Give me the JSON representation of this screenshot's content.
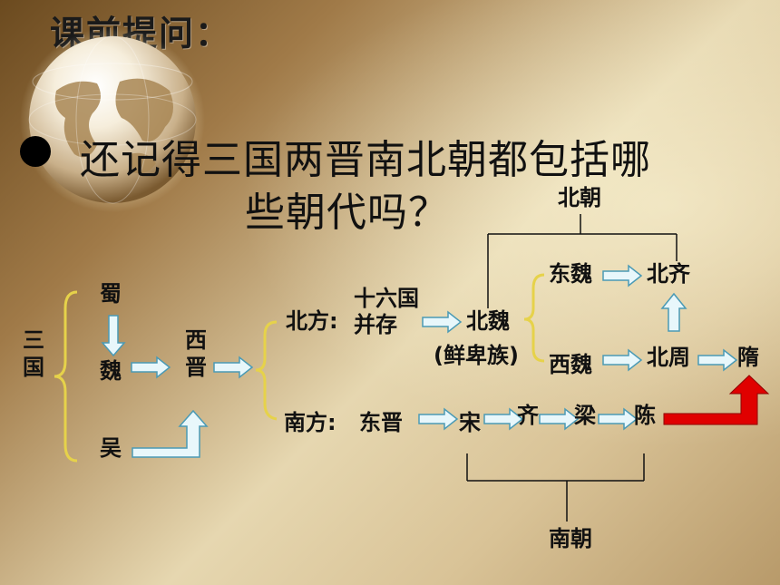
{
  "header": {
    "title": "课前提问："
  },
  "question": {
    "line1": "还记得三国两晋南北朝都包括哪",
    "line2": "些朝代吗？"
  },
  "diagram": {
    "three_kingdoms": {
      "label": "三国",
      "shu": "蜀",
      "wei": "魏",
      "wu": "吴"
    },
    "western_jin": "西晋",
    "north": {
      "label": "北方:",
      "sixteen": "十六国并存",
      "northern_wei": "北魏",
      "xianbei": "(鲜卑族)"
    },
    "south": {
      "label": "南方:",
      "eastern_jin": "东晋",
      "song": "宋",
      "qi": "齐",
      "liang": "梁",
      "chen": "陈"
    },
    "eastern_wei": "东魏",
    "northern_qi": "北齐",
    "western_wei": "西魏",
    "northern_zhou": "北周",
    "sui": "隋",
    "northern_dynasties": "北朝",
    "southern_dynasties": "南朝",
    "colors": {
      "arrow_fill": "#e8f7fb",
      "arrow_stroke": "#4a9ab5",
      "sui_arrow": "#e00000",
      "line": "#111111"
    }
  }
}
